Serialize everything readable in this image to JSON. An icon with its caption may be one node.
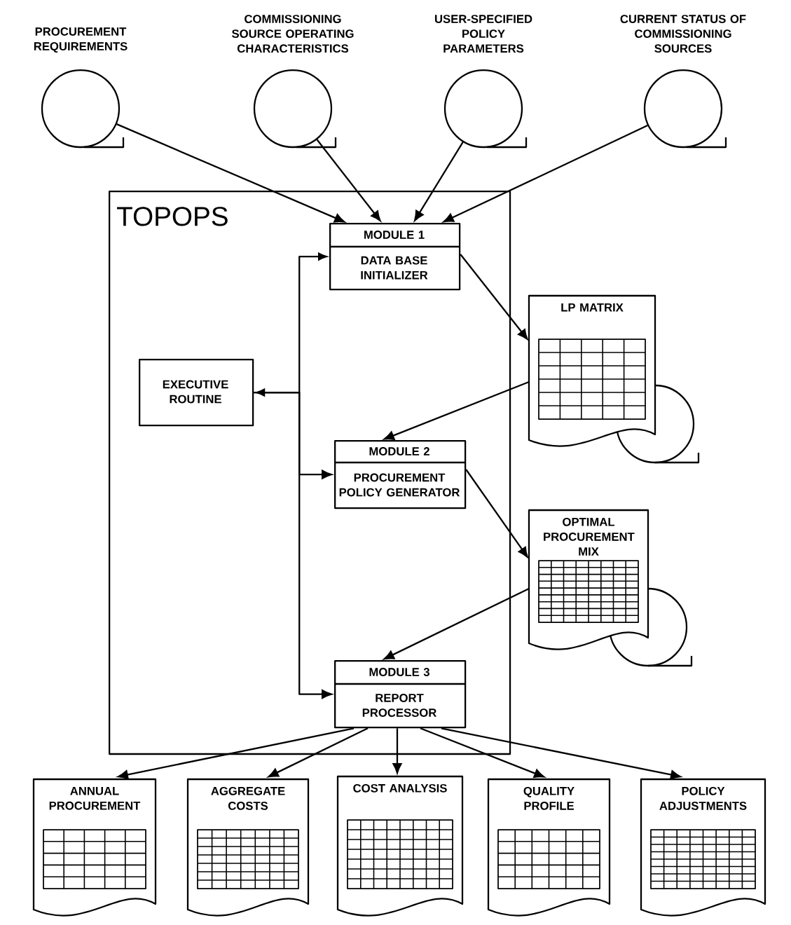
{
  "diagram": {
    "nodes": [
      {
        "text": [
          "PROCUREMENT REQUIREMENTS"
        ]
      },
      {
        "text": [
          "COMMISSIONING SOURCE OPERATING CHARACTERISTICS"
        ]
      },
      {
        "text": [
          "USER-SPECIFIED POLICY PARAMETERS"
        ]
      },
      {
        "text": [
          "CURRENT STATUS OF COMMISSIONING SOURCES"
        ]
      },
      {
        "text": [
          "TOPOPS"
        ]
      },
      {
        "text": [
          "MODULE 1",
          "DATA BASE INITIALIZER"
        ],
        "in": 4
      },
      {
        "text": [
          "EXECUTIVE ROUTINE"
        ],
        "in": 4
      },
      {
        "text": [
          "MODULE 2",
          "PROCUREMENT POLICY GENERATOR"
        ],
        "in": 4
      },
      {
        "text": [
          "MODULE 3",
          "REPORT PROCESSOR"
        ],
        "in": 4
      },
      {
        "text": [
          "LP MATRIX"
        ]
      },
      {
        "text": [
          "OPTIMAL PROCUREMENT MIX"
        ]
      },
      {
        "text": [
          "ANNUAL PROCUREMENT"
        ]
      },
      {
        "text": [
          "AGGREGATE COSTS"
        ]
      },
      {
        "text": [
          "COST ANALYSIS"
        ]
      },
      {
        "text": [
          "QUALITY PROFILE"
        ]
      },
      {
        "text": [
          "POLICY ADJUSTMENTS"
        ]
      }
    ],
    "edges": [
      {
        "from": 0,
        "to": 5,
        "arrow": "to"
      },
      {
        "from": 1,
        "to": 5,
        "arrow": "to"
      },
      {
        "from": 2,
        "to": 5,
        "arrow": "to"
      },
      {
        "from": 3,
        "to": 5,
        "arrow": "to"
      },
      {
        "from": 5,
        "to": 9,
        "arrow": "to"
      },
      {
        "from": 9,
        "to": 7,
        "arrow": "to"
      },
      {
        "from": 7,
        "to": 10,
        "arrow": "to"
      },
      {
        "from": 10,
        "to": 8,
        "arrow": "to"
      },
      {
        "from": 8,
        "to": 11,
        "arrow": "to"
      },
      {
        "from": 8,
        "to": 12,
        "arrow": "to"
      },
      {
        "from": 8,
        "to": 13,
        "arrow": "to"
      },
      {
        "from": 8,
        "to": 14,
        "arrow": "to"
      },
      {
        "from": 8,
        "to": 15,
        "arrow": "to"
      },
      {
        "from": 6,
        "to": 5,
        "arrow": "both"
      },
      {
        "from": 6,
        "to": 7,
        "arrow": "to"
      },
      {
        "from": 6,
        "to": 8,
        "arrow": "to"
      }
    ]
  }
}
